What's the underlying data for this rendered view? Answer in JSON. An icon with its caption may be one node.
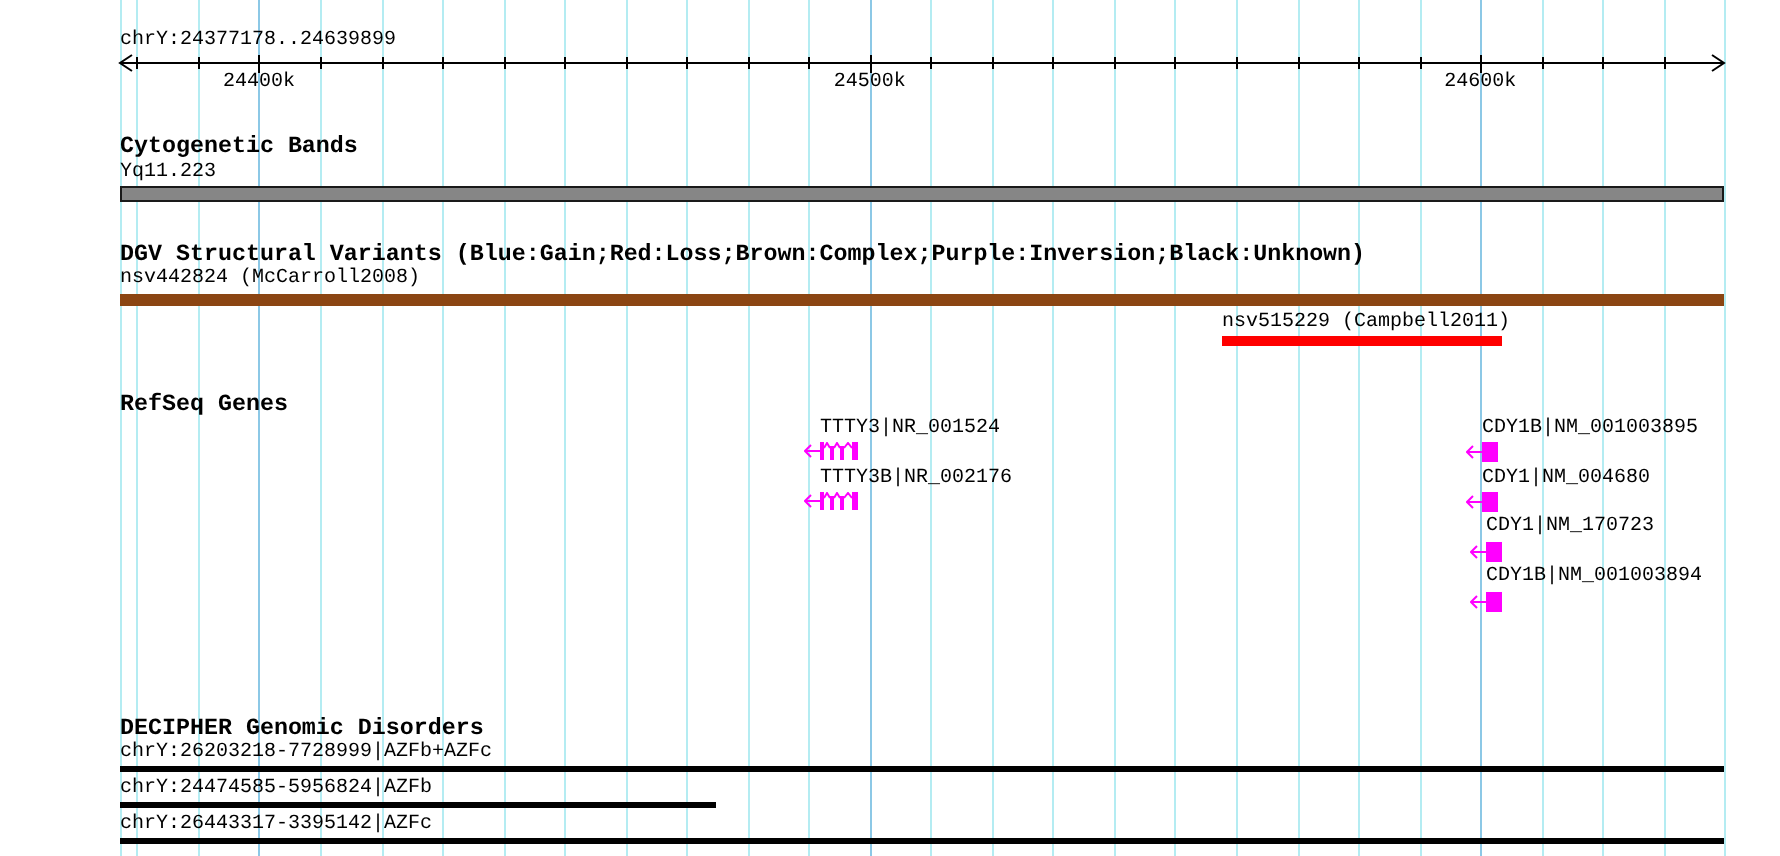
{
  "diagram": {
    "nodes": [
      {
        "text": [
          "Yq11.223"
        ]
      },
      {
        "text": [
          "nsv442824 (McCarroll2008)"
        ]
      },
      {
        "text": [
          "nsv515229 (Campbell2011)"
        ]
      },
      {
        "text": [
          "TTTY3|NR_001524"
        ]
      },
      {
        "text": [
          "TTTY3B|NR_002176"
        ]
      },
      {
        "text": [
          "CDY1B|NM_001003895"
        ]
      },
      {
        "text": [
          "CDY1|NM_004680"
        ]
      },
      {
        "text": [
          "CDY1|NM_170723"
        ]
      },
      {
        "text": [
          "CDY1B|NM_001003894"
        ]
      },
      {
        "text": [
          "chrY:26203218-7728999|AZFb+AZFc"
        ]
      },
      {
        "text": [
          "chrY:24474585-5956824|AZFb"
        ]
      },
      {
        "text": [
          "chrY:26443317-3395142|AZFc"
        ]
      }
    ],
    "labels": [
      "chrY:24377178..24639899",
      "24400k",
      "24500k",
      "24600k",
      "Cytogenetic Bands",
      "DGV Structural Variants (Blue:Gain;Red:Loss;Brown:Complex;Purple:Inversion;Black:Unknown)",
      "RefSeq Genes",
      "DECIPHER Genomic Disorders"
    ]
  }
}
